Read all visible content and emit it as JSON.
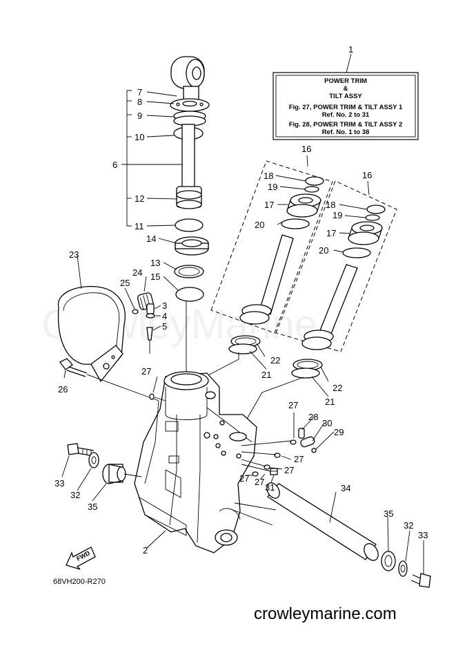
{
  "title_box": {
    "lines": [
      "POWER TRIM",
      "&",
      "TILT ASSY",
      "Fig. 27, POWER TRIM & TILT ASSY 1",
      "Ref. No. 2 to 31",
      "Fig. 28, POWER TRIM & TILT ASSY 2",
      "Ref. No. 1 to 38"
    ]
  },
  "callouts": [
    {
      "id": "c1",
      "label": "1"
    },
    {
      "id": "c2",
      "label": "2"
    },
    {
      "id": "c3",
      "label": "3"
    },
    {
      "id": "c4",
      "label": "4"
    },
    {
      "id": "c5",
      "label": "5"
    },
    {
      "id": "c6",
      "label": "6"
    },
    {
      "id": "c7",
      "label": "7"
    },
    {
      "id": "c8",
      "label": "8"
    },
    {
      "id": "c9",
      "label": "9"
    },
    {
      "id": "c10",
      "label": "10"
    },
    {
      "id": "c11",
      "label": "11"
    },
    {
      "id": "c12",
      "label": "12"
    },
    {
      "id": "c13",
      "label": "13"
    },
    {
      "id": "c14",
      "label": "14"
    },
    {
      "id": "c15",
      "label": "15"
    },
    {
      "id": "c16a",
      "label": "16"
    },
    {
      "id": "c16b",
      "label": "16"
    },
    {
      "id": "c17a",
      "label": "17"
    },
    {
      "id": "c17b",
      "label": "17"
    },
    {
      "id": "c18a",
      "label": "18"
    },
    {
      "id": "c18b",
      "label": "18"
    },
    {
      "id": "c19a",
      "label": "19"
    },
    {
      "id": "c19b",
      "label": "19"
    },
    {
      "id": "c20a",
      "label": "20"
    },
    {
      "id": "c20b",
      "label": "20"
    },
    {
      "id": "c21a",
      "label": "21"
    },
    {
      "id": "c21b",
      "label": "21"
    },
    {
      "id": "c22a",
      "label": "22"
    },
    {
      "id": "c22b",
      "label": "22"
    },
    {
      "id": "c23",
      "label": "23"
    },
    {
      "id": "c24",
      "label": "24"
    },
    {
      "id": "c25",
      "label": "25"
    },
    {
      "id": "c26",
      "label": "26"
    },
    {
      "id": "c27a",
      "label": "27"
    },
    {
      "id": "c27b",
      "label": "27"
    },
    {
      "id": "c27c",
      "label": "27"
    },
    {
      "id": "c27d",
      "label": "27"
    },
    {
      "id": "c27e",
      "label": "27"
    },
    {
      "id": "c27f",
      "label": "27"
    },
    {
      "id": "c28",
      "label": "28"
    },
    {
      "id": "c29",
      "label": "29"
    },
    {
      "id": "c30",
      "label": "30"
    },
    {
      "id": "c31",
      "label": "31"
    },
    {
      "id": "c32a",
      "label": "32"
    },
    {
      "id": "c32b",
      "label": "32"
    },
    {
      "id": "c33a",
      "label": "33"
    },
    {
      "id": "c33b",
      "label": "33"
    },
    {
      "id": "c34",
      "label": "34"
    },
    {
      "id": "c35a",
      "label": "35"
    },
    {
      "id": "c35b",
      "label": "35"
    }
  ],
  "watermark": "CrowleyMarine",
  "diagram_code": "68VH200-R270",
  "site_url": "crowleymarine.com",
  "fwd_label": "FWD"
}
